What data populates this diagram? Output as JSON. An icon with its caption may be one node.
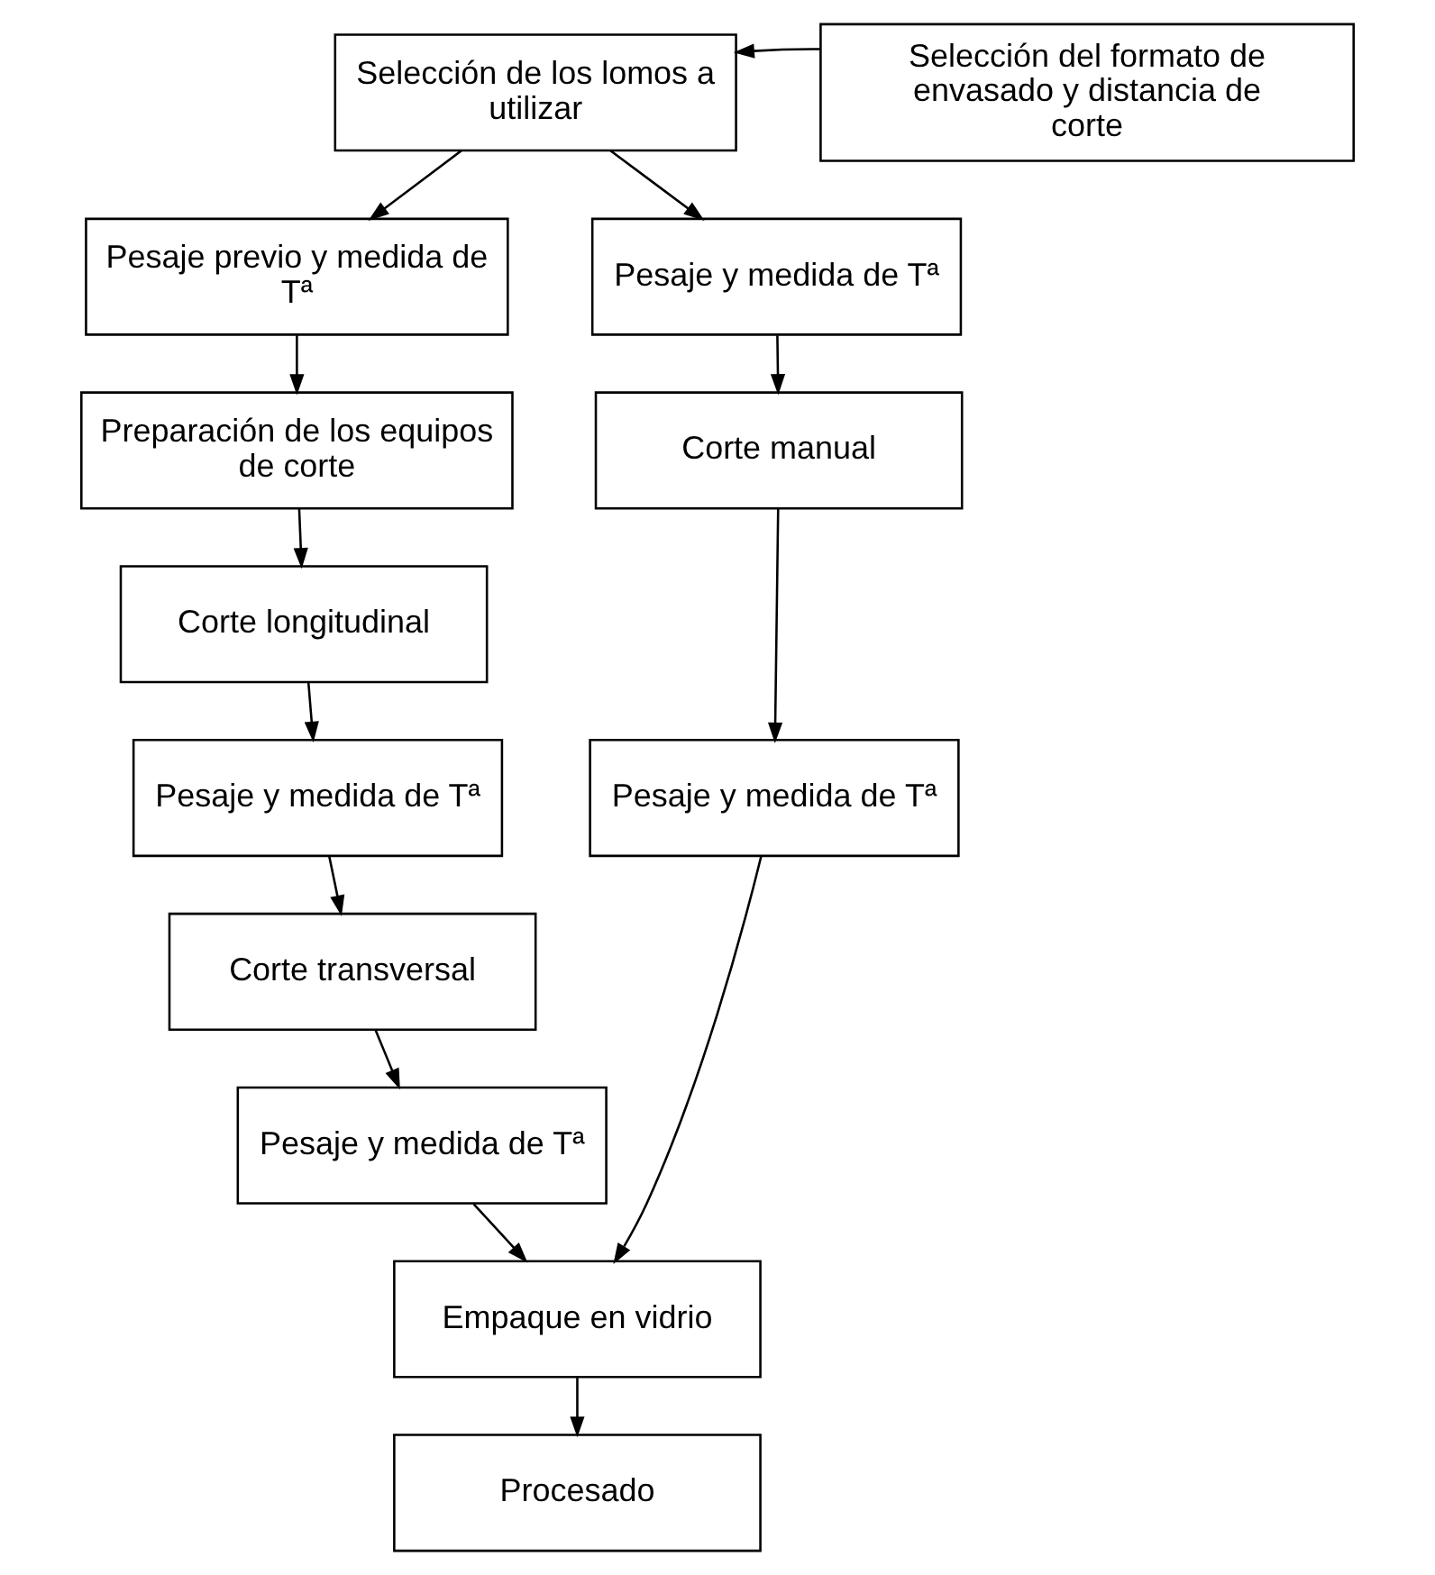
{
  "diagram": {
    "nodes": [
      {
        "text": [
          "Selección de los lomos a utilizar"
        ]
      },
      {
        "text": [
          "Selección del formato de envasado y distancia de corte"
        ]
      },
      {
        "text": [
          "Pesaje previo y medida de Tª"
        ]
      },
      {
        "text": [
          "Preparación de los equipos de corte"
        ]
      },
      {
        "text": [
          "Corte longitudinal"
        ]
      },
      {
        "text": [
          "Pesaje y medida de Tª"
        ]
      },
      {
        "text": [
          "Corte transversal"
        ]
      },
      {
        "text": [
          "Pesaje y medida de Tª"
        ]
      },
      {
        "text": [
          "Pesaje y medida de Tª"
        ]
      },
      {
        "text": [
          "Corte manual"
        ]
      },
      {
        "text": [
          "Pesaje y medida de Tª"
        ]
      },
      {
        "text": [
          "Empaque en vidrio"
        ]
      },
      {
        "text": [
          "Procesado"
        ]
      }
    ],
    "edges": [
      {
        "from": 1,
        "to": 0,
        "arrow": "to"
      },
      {
        "from": 0,
        "to": 2,
        "arrow": "to"
      },
      {
        "from": 0,
        "to": 8,
        "arrow": "to"
      },
      {
        "from": 2,
        "to": 3,
        "arrow": "to"
      },
      {
        "from": 3,
        "to": 4,
        "arrow": "to"
      },
      {
        "from": 4,
        "to": 5,
        "arrow": "to"
      },
      {
        "from": 5,
        "to": 6,
        "arrow": "to"
      },
      {
        "from": 6,
        "to": 7,
        "arrow": "to"
      },
      {
        "from": 7,
        "to": 11,
        "arrow": "to"
      },
      {
        "from": 8,
        "to": 9,
        "arrow": "to"
      },
      {
        "from": 9,
        "to": 10,
        "arrow": "to"
      },
      {
        "from": 10,
        "to": 11,
        "arrow": "to"
      },
      {
        "from": 11,
        "to": 12,
        "arrow": "to"
      }
    ]
  }
}
